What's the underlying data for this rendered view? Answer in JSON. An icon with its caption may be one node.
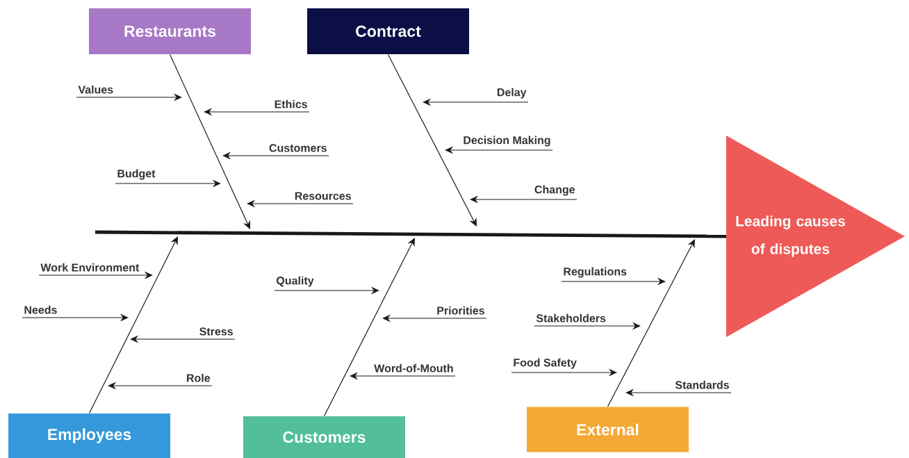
{
  "diagram": {
    "nodes": [
      {
        "text": [
          "Restaurants"
        ]
      },
      {
        "text": [
          "Contract"
        ]
      },
      {
        "text": [
          "Values"
        ]
      },
      {
        "text": [
          "Ethics"
        ]
      },
      {
        "text": [
          "Customers"
        ]
      },
      {
        "text": [
          "Budget"
        ]
      },
      {
        "text": [
          "Resources"
        ]
      },
      {
        "text": [
          "Delay"
        ]
      },
      {
        "text": [
          "Decision Making"
        ]
      },
      {
        "text": [
          "Change"
        ]
      },
      {
        "text": [
          "Leading causes of disputes"
        ]
      },
      {
        "text": [
          "Work Environment"
        ]
      },
      {
        "text": [
          "Needs"
        ]
      },
      {
        "text": [
          "Stress"
        ]
      },
      {
        "text": [
          "Role"
        ]
      },
      {
        "text": [
          "Quality"
        ]
      },
      {
        "text": [
          "Priorities"
        ]
      },
      {
        "text": [
          "Word-of-Mouth"
        ]
      },
      {
        "text": [
          "Regulations"
        ]
      },
      {
        "text": [
          "Stakeholders"
        ]
      },
      {
        "text": [
          "Food Safety"
        ]
      },
      {
        "text": [
          "Standards"
        ]
      },
      {
        "text": [
          "Employees"
        ]
      },
      {
        "text": [
          "Customers"
        ]
      },
      {
        "text": [
          "External"
        ]
      }
    ],
    "edges": [
      {
        "from": 0,
        "to": null,
        "arrow": "to"
      },
      {
        "from": 1,
        "to": null,
        "arrow": "to"
      },
      {
        "from": 2,
        "to": null,
        "arrow": "to"
      },
      {
        "from": 3,
        "to": null,
        "arrow": "to"
      },
      {
        "from": 4,
        "to": null,
        "arrow": "to"
      },
      {
        "from": 5,
        "to": null,
        "arrow": "to"
      },
      {
        "from": 6,
        "to": null,
        "arrow": "to"
      },
      {
        "from": 7,
        "to": null,
        "arrow": "to"
      },
      {
        "from": 8,
        "to": null,
        "arrow": "to"
      },
      {
        "from": 9,
        "to": null,
        "arrow": "to"
      },
      {
        "from": null,
        "to": 10,
        "arrow": "none",
        "style": "thick"
      },
      {
        "from": 11,
        "to": null,
        "arrow": "to"
      },
      {
        "from": 12,
        "to": null,
        "arrow": "to"
      },
      {
        "from": 13,
        "to": null,
        "arrow": "to"
      },
      {
        "from": 14,
        "to": null,
        "arrow": "to"
      },
      {
        "from": 15,
        "to": null,
        "arrow": "to"
      },
      {
        "from": 16,
        "to": null,
        "arrow": "to"
      },
      {
        "from": 17,
        "to": null,
        "arrow": "to"
      },
      {
        "from": 18,
        "to": null,
        "arrow": "to"
      },
      {
        "from": 19,
        "to": null,
        "arrow": "to"
      },
      {
        "from": 20,
        "to": null,
        "arrow": "to"
      },
      {
        "from": 21,
        "to": null,
        "arrow": "to"
      },
      {
        "from": 22,
        "to": null,
        "arrow": "to"
      },
      {
        "from": 23,
        "to": null,
        "arrow": "to"
      },
      {
        "from": 24,
        "to": null,
        "arrow": "to"
      }
    ]
  }
}
